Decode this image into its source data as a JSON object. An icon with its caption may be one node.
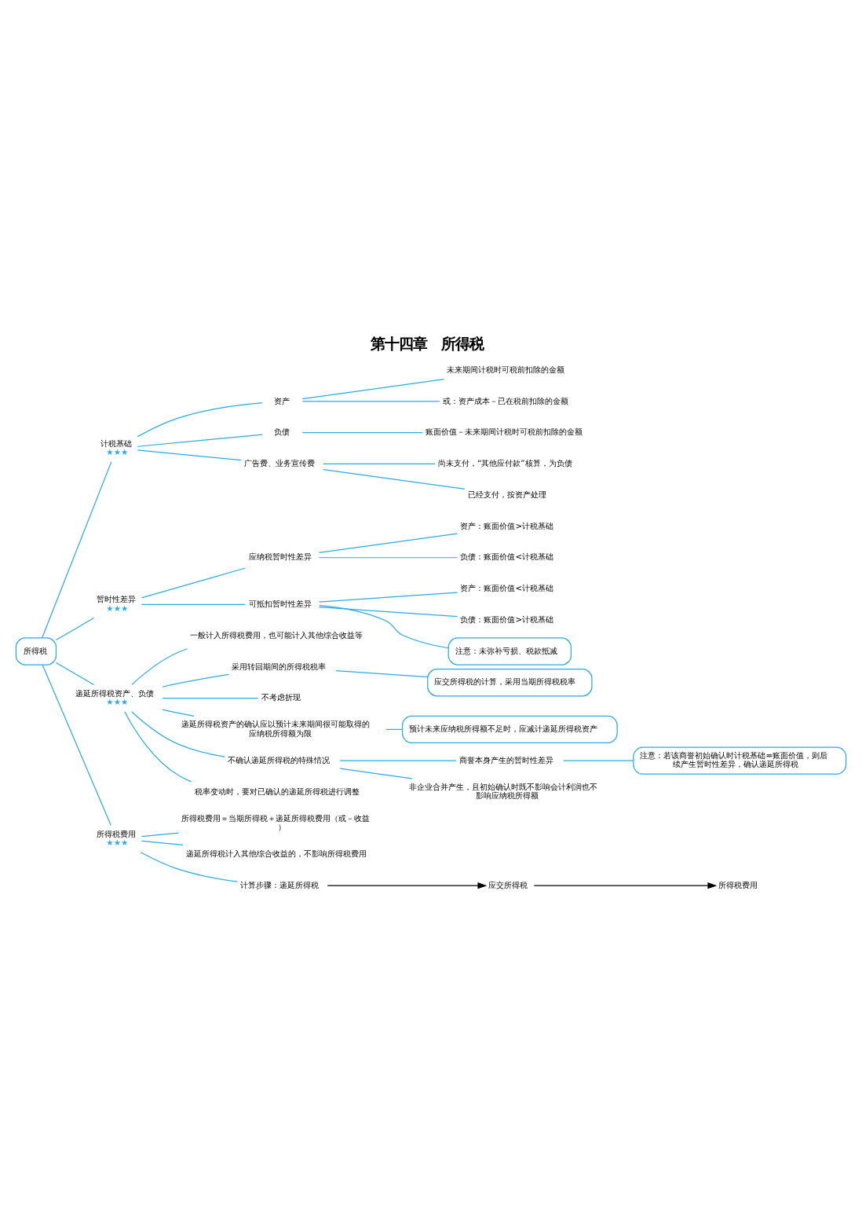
{
  "diagram": {
    "title": "第十四章　所得税",
    "nodes": [
      {
        "text": [
          "所得税"
        ]
      },
      {
        "text": [
          "计税基础"
        ],
        "beside": [
          "★★★"
        ]
      },
      {
        "text": [
          "资产"
        ]
      },
      {
        "text": [
          "未来期间计税时可税前扣除的金额"
        ]
      },
      {
        "text": [
          "或：资产成本－已在税前扣除的金额"
        ]
      },
      {
        "text": [
          "负债"
        ]
      },
      {
        "text": [
          "账面价值－未来期间计税时可税前扣除的金额"
        ]
      },
      {
        "text": [
          "广告费、业务宣传费"
        ]
      },
      {
        "text": [
          "尚未支付，“其他应付款”核算，为负债"
        ]
      },
      {
        "text": [
          "已经支付，按资产处理"
        ]
      },
      {
        "text": [
          "暂时性差异"
        ],
        "beside": [
          "★★★"
        ]
      },
      {
        "text": [
          "应纳税暂时性差异"
        ]
      },
      {
        "text": [
          "资产：账面价值>计税基础"
        ]
      },
      {
        "text": [
          "负债：账面价值<计税基础"
        ]
      },
      {
        "text": [
          "可抵扣暂时性差异"
        ]
      },
      {
        "text": [
          "资产：账面价值<计税基础"
        ]
      },
      {
        "text": [
          "负债：账面价值>计税基础"
        ]
      },
      {
        "text": [
          "注意：未弥补亏损、税款抵减"
        ]
      },
      {
        "text": [
          "递延所得税资产、负债"
        ],
        "beside": [
          "★★★"
        ]
      },
      {
        "text": [
          "一般计入所得税费用，也可能计入其他综合收益等"
        ]
      },
      {
        "text": [
          "采用转回期间的所得税税率"
        ]
      },
      {
        "text": [
          "应交所得税的计算，采用当期所得税税率"
        ]
      },
      {
        "text": [
          "不考虑折现"
        ]
      },
      {
        "text": [
          "预计未来应纳税所得额不足时，应减计递延所得税资产"
        ]
      },
      {
        "text": [
          "递延所得税资产的确认应以预计未来期间很可能取得的应纳税所得额为限"
        ]
      },
      {
        "text": [
          "不确认递延所得税的特殊情况"
        ]
      },
      {
        "text": [
          "注意：若该商誉初始确认时计税基础=账面价值，则后续产生暂时性差异，确认递延所得税"
        ]
      },
      {
        "text": [
          "商誉本身产生的暂时性差异"
        ]
      },
      {
        "text": [
          "非企业合并产生，且初始确认时既不影响会计利润也不影响应纳税所得额"
        ]
      },
      {
        "text": [
          "税率变动时，要对已确认的递延所得税进行调整"
        ]
      },
      {
        "text": [
          "所得税费用"
        ],
        "beside": [
          "★★★"
        ]
      },
      {
        "text": [
          "所得税费用＝当期所得税＋递延所得税费用（或－收益）"
        ]
      },
      {
        "text": [
          "递延所得税计入其他综合收益的，不影响所得税费用"
        ]
      },
      {
        "text": [
          "计算步骤：递延所得税"
        ]
      },
      {
        "text": [
          "应交所得税"
        ]
      },
      {
        "text": [
          "所得税费用"
        ]
      }
    ],
    "edges": [
      {
        "from": 0,
        "to": 1,
        "arrow": "none"
      },
      {
        "from": 1,
        "to": 2,
        "arrow": "none"
      },
      {
        "from": 2,
        "to": 3,
        "arrow": "none"
      },
      {
        "from": 2,
        "to": 4,
        "arrow": "none"
      },
      {
        "from": 1,
        "to": 5,
        "arrow": "none"
      },
      {
        "from": 5,
        "to": 6,
        "arrow": "none"
      },
      {
        "from": 1,
        "to": 7,
        "arrow": "none"
      },
      {
        "from": 7,
        "to": 8,
        "arrow": "none"
      },
      {
        "from": 7,
        "to": 9,
        "arrow": "none"
      },
      {
        "from": 0,
        "to": 10,
        "arrow": "none"
      },
      {
        "from": 10,
        "to": 11,
        "arrow": "none"
      },
      {
        "from": 11,
        "to": 12,
        "arrow": "none"
      },
      {
        "from": 11,
        "to": 13,
        "arrow": "none"
      },
      {
        "from": 10,
        "to": 14,
        "arrow": "none"
      },
      {
        "from": 14,
        "to": 15,
        "arrow": "none"
      },
      {
        "from": 14,
        "to": 16,
        "arrow": "none"
      },
      {
        "from": 14,
        "to": 17,
        "arrow": "none"
      },
      {
        "from": 0,
        "to": 18,
        "arrow": "none"
      },
      {
        "from": 18,
        "to": 19,
        "arrow": "none"
      },
      {
        "from": 18,
        "to": 20,
        "arrow": "none"
      },
      {
        "from": 20,
        "to": 21,
        "arrow": "none"
      },
      {
        "from": 18,
        "to": 22,
        "arrow": "none"
      },
      {
        "from": 24,
        "to": 23,
        "arrow": "none"
      },
      {
        "from": 18,
        "to": 24,
        "arrow": "none"
      },
      {
        "from": 18,
        "to": 25,
        "arrow": "none"
      },
      {
        "from": 25,
        "to": 27,
        "arrow": "none"
      },
      {
        "from": 25,
        "to": 28,
        "arrow": "none"
      },
      {
        "from": 27,
        "to": 26,
        "arrow": "none"
      },
      {
        "from": 18,
        "to": 29,
        "arrow": "none"
      },
      {
        "from": 0,
        "to": 30,
        "arrow": "none"
      },
      {
        "from": 30,
        "to": 31,
        "arrow": "none"
      },
      {
        "from": 30,
        "to": 32,
        "arrow": "none"
      },
      {
        "from": 30,
        "to": 33,
        "arrow": "none"
      },
      {
        "from": 33,
        "to": 34,
        "arrow": "to",
        "color": "#000000"
      },
      {
        "from": 34,
        "to": 35,
        "arrow": "to",
        "color": "#000000"
      }
    ]
  }
}
